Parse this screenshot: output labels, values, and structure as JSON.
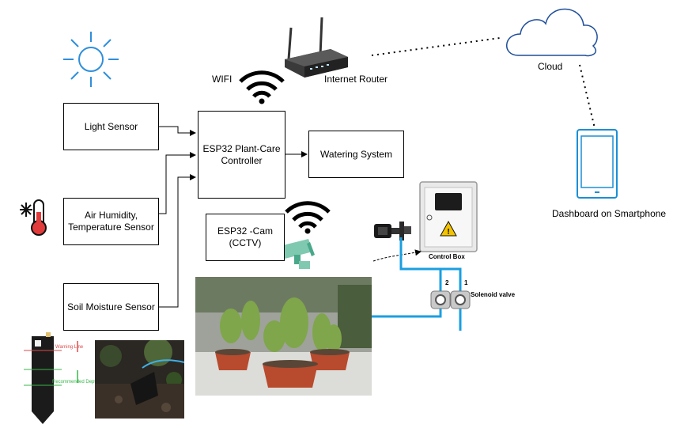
{
  "boxes": {
    "light_sensor": "Light Sensor",
    "air_sensor": "Air Humidity, Temperature Sensor",
    "soil_sensor": "Soil Moisture Sensor",
    "controller": "ESP32 Plant-Care Controller",
    "watering": "Watering System",
    "cam": "ESP32 -Cam (CCTV)"
  },
  "labels": {
    "wifi": "WIFI",
    "router": "Internet Router",
    "cloud": "Cloud",
    "dashboard": "Dashboard on Smartphone",
    "control_box": "Control Box",
    "solenoid": "Solenoid valve",
    "valve_1": "1",
    "valve_2": "2",
    "warning_line": "Warning Line",
    "insertion_depth": "Recommended Depth"
  },
  "colors": {
    "sun": "#2f8fdc",
    "cloud": "#1f4e9a",
    "phone": "#1a8fd6",
    "pipe": "#1a9fe0",
    "connector": "#000000"
  },
  "icons": [
    "sun-icon",
    "wifi-icon",
    "router-icon",
    "cloud-icon",
    "smartphone-icon",
    "thermometer-snowflake-icon",
    "cctv-camera-icon",
    "control-box-icon",
    "pump-icon",
    "solenoid-valve-icon",
    "soil-probe-icon"
  ]
}
